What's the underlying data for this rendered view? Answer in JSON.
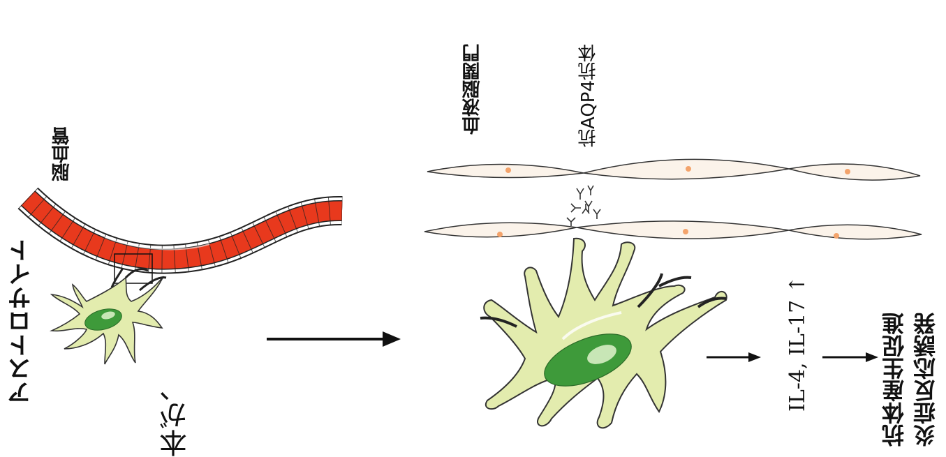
{
  "labels": {
    "astrocyte": "アストロサイト",
    "cerebral_vessel": "脳血管",
    "partial_text": "本が、",
    "bbb": "血液脳関門",
    "anti_aqp4": "抗AQP4抗体",
    "cytokines": "IL-4, IL-17 ↑",
    "effect_line1": "抗体産生促進",
    "effect_line2": "炎症反応誘発"
  },
  "colors": {
    "vessel": "#e8391d",
    "cell_body": "#e3ecae",
    "nucleus": "#3e9a3a",
    "endothelium": "#fbf3ea",
    "endothelial_nucleus": "#f3a36b",
    "arrow": "#111111"
  },
  "icons": {
    "arrow": "right-arrow",
    "antibody": "y-shaped-antibody"
  }
}
